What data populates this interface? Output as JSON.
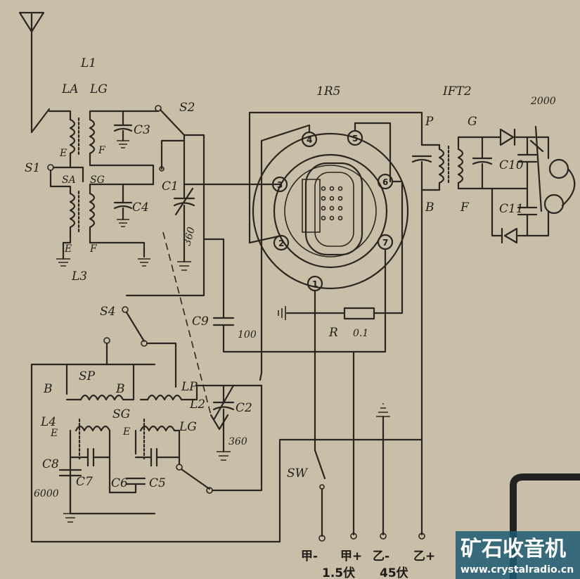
{
  "tube": {
    "type": "1R5",
    "pins": [
      "1",
      "2",
      "3",
      "4",
      "5",
      "6",
      "7"
    ]
  },
  "labels": {
    "L1": "L1",
    "LA": "LA",
    "LG": "LG",
    "C3": "C3",
    "S2": "S2",
    "S1": "S1",
    "E1": "E",
    "F1": "F",
    "SA": "SA",
    "SG1": "SG",
    "C4": "C4",
    "C1": "C1",
    "C1_val": "360",
    "E2": "E",
    "F2": "F",
    "L3": "L3",
    "IFT2": "IFT2",
    "P": "P",
    "G": "G",
    "C10": "C10",
    "C11": "C11",
    "B1": "B",
    "F3": "F",
    "val_2000": "2000",
    "S4": "S4",
    "C9": "C9",
    "C9_val": "100",
    "R": "R",
    "R_val": "0.1",
    "SP": "SP",
    "B2": "B",
    "B3": "B",
    "LP": "LP",
    "L2": "L2",
    "C2": "C2",
    "C2_val": "360",
    "L4": "L4",
    "E3": "E",
    "SG2": "SG",
    "E4": "E",
    "LG2": "LG",
    "C8": "C8",
    "C7": "C7",
    "C6": "C6",
    "C5": "C5",
    "val_6000": "6000",
    "SW": "SW"
  },
  "terminals": {
    "a_minus": "甲-",
    "a_plus": "甲+",
    "b_minus": "乙-",
    "b_plus": "乙+",
    "volt_a": "1.5伏",
    "volt_b": "45伏"
  },
  "watermark": {
    "name": "矿石收音机",
    "url": "www.crystalradio.cn"
  },
  "colors": {
    "paper": "#c9bfa8",
    "ink": "#2b2621",
    "watermark_bg": "#1d5a73"
  }
}
